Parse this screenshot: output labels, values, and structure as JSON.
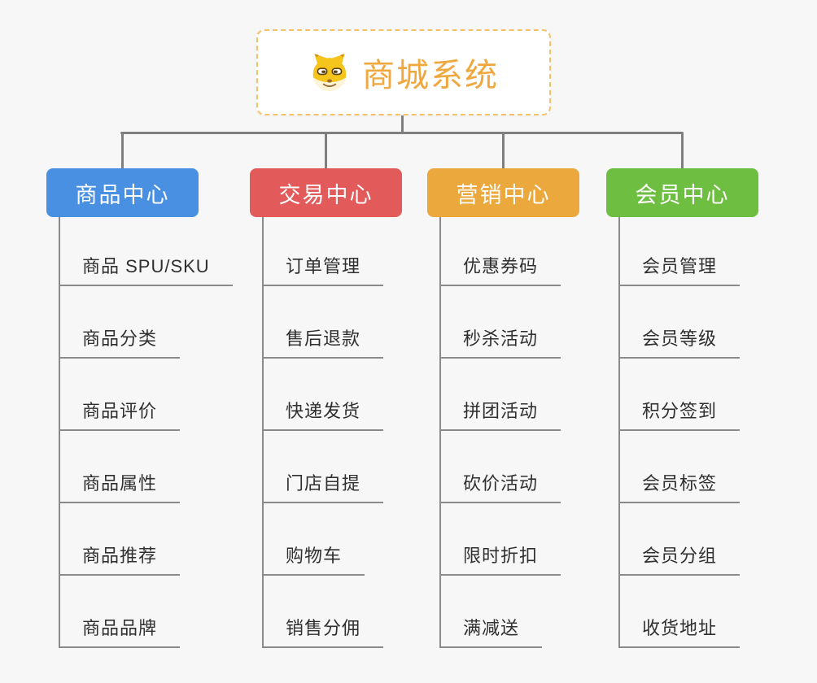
{
  "root": {
    "label": "商城系统",
    "icon": "doge-icon",
    "text_color": "#efa73e",
    "border_color": "#f6c06a"
  },
  "line_color": "#8a8a8a",
  "connector_color": "#7f7f7f",
  "branches": [
    {
      "id": "product-center",
      "label": "商品中心",
      "color": "#4a90e2",
      "children": [
        "商品 SPU/SKU",
        "商品分类",
        "商品评价",
        "商品属性",
        "商品推荐",
        "商品品牌"
      ]
    },
    {
      "id": "trade-center",
      "label": "交易中心",
      "color": "#e25a5a",
      "children": [
        "订单管理",
        "售后退款",
        "快递发货",
        "门店自提",
        "购物车",
        "销售分佣"
      ]
    },
    {
      "id": "marketing-center",
      "label": "营销中心",
      "color": "#eba83d",
      "children": [
        "优惠券码",
        "秒杀活动",
        "拼团活动",
        "砍价活动",
        "限时折扣",
        "满减送"
      ]
    },
    {
      "id": "member-center",
      "label": "会员中心",
      "color": "#6ebe41",
      "children": [
        "会员管理",
        "会员等级",
        "积分签到",
        "会员标签",
        "会员分组",
        "收货地址"
      ]
    }
  ]
}
